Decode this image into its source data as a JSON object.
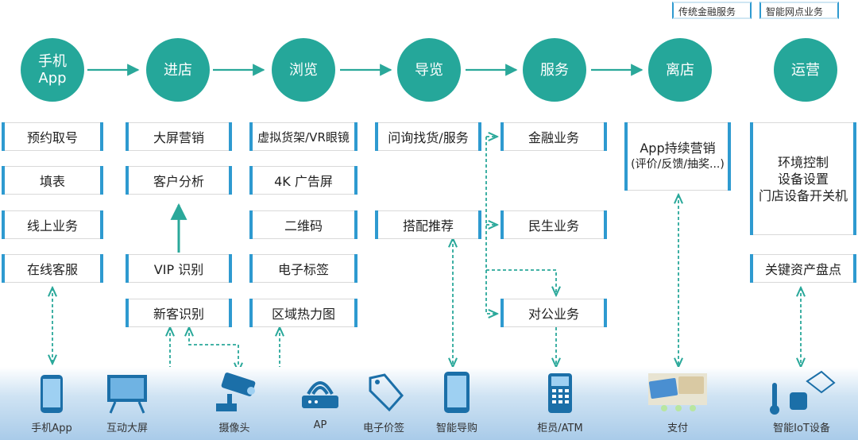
{
  "legend": {
    "traditional": "传统金融服务",
    "smart": "智能网点业务"
  },
  "stages": [
    "手机\nApp",
    "进店",
    "浏览",
    "导览",
    "服务",
    "离店",
    "运营"
  ],
  "columns": {
    "app": [
      "预约取号",
      "填表",
      "线上业务",
      "在线客服"
    ],
    "enter": [
      "大屏营销",
      "客户分析",
      "VIP 识别",
      "新客识别"
    ],
    "browse": [
      "虚拟货架/VR眼镜",
      "4K 广告屏",
      "二维码",
      "电子标签",
      "区域热力图"
    ],
    "guide": [
      "问询找货/服务",
      "搭配推荐"
    ],
    "service": [
      "金融业务",
      "民生业务",
      "对公业务"
    ],
    "leave": {
      "line1": "App持续营销",
      "line2": "(评价/反馈/抽奖...)"
    },
    "ops": {
      "lines": [
        "环境控制",
        "设备设置",
        "门店设备开关机"
      ],
      "asset": "关键资产盘点"
    }
  },
  "devices": [
    "手机App",
    "互动大屏",
    "摄像头",
    "AP",
    "电子价签",
    "智能导购",
    "柜员/ATM",
    "支付",
    "智能IoT设备"
  ],
  "colors": {
    "teal": "#25a79a",
    "blue": "#2e9ad0",
    "arrow": "#2aa89a"
  }
}
